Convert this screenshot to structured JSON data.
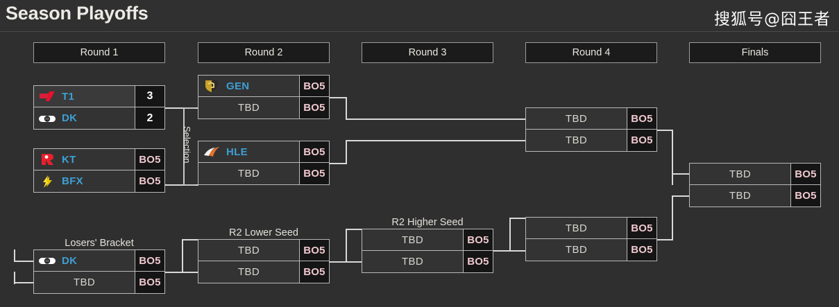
{
  "header": {
    "title": "Season Playoffs",
    "watermark": "搜狐号@囧王者"
  },
  "rounds": [
    {
      "label": "Round 1"
    },
    {
      "label": "Round 2"
    },
    {
      "label": "Round 3"
    },
    {
      "label": "Round 4"
    },
    {
      "label": "Finals"
    }
  ],
  "selection": {
    "label": "Selection"
  },
  "labels": {
    "losers_bracket": "Losers' Bracket",
    "r2_lower_seed": "R2 Lower Seed",
    "r2_higher_seed": "R2 Higher Seed"
  },
  "matches": {
    "r1m1": {
      "top": {
        "team": "T1",
        "logo": "t1-logo",
        "score": "3",
        "winner": true
      },
      "bottom": {
        "team": "DK",
        "logo": "dk-logo",
        "score": "2",
        "winner": false
      }
    },
    "r1m2": {
      "top": {
        "team": "KT",
        "logo": "kt-logo",
        "score": "BO5",
        "winner": false
      },
      "bottom": {
        "team": "BFX",
        "logo": "bfx-logo",
        "score": "BO5",
        "winner": false
      }
    },
    "r2m1": {
      "top": {
        "team": "GEN",
        "logo": "gen-logo",
        "score": "BO5",
        "winner": false
      },
      "bottom": {
        "team": "TBD",
        "logo": "none",
        "score": "BO5",
        "winner": false
      }
    },
    "r2m2": {
      "top": {
        "team": "HLE",
        "logo": "hle-logo",
        "score": "BO5",
        "winner": false
      },
      "bottom": {
        "team": "TBD",
        "logo": "none",
        "score": "BO5",
        "winner": false
      }
    },
    "lb1": {
      "top": {
        "team": "DK",
        "logo": "dk-logo",
        "score": "BO5",
        "winner": false
      },
      "bottom": {
        "team": "TBD",
        "logo": "none",
        "score": "BO5",
        "winner": false
      }
    },
    "lowseed": {
      "top": {
        "team": "TBD",
        "logo": "none",
        "score": "BO5",
        "winner": false
      },
      "bottom": {
        "team": "TBD",
        "logo": "none",
        "score": "BO5",
        "winner": false
      }
    },
    "highseed": {
      "top": {
        "team": "TBD",
        "logo": "none",
        "score": "BO5",
        "winner": false
      },
      "bottom": {
        "team": "TBD",
        "logo": "none",
        "score": "BO5",
        "winner": false
      }
    },
    "r4m1": {
      "top": {
        "team": "TBD",
        "logo": "none",
        "score": "BO5",
        "winner": false
      },
      "bottom": {
        "team": "TBD",
        "logo": "none",
        "score": "BO5",
        "winner": false
      }
    },
    "r4m2": {
      "top": {
        "team": "TBD",
        "logo": "none",
        "score": "BO5",
        "winner": false
      },
      "bottom": {
        "team": "TBD",
        "logo": "none",
        "score": "BO5",
        "winner": false
      }
    },
    "finals": {
      "top": {
        "team": "TBD",
        "logo": "none",
        "score": "BO5",
        "winner": false
      },
      "bottom": {
        "team": "TBD",
        "logo": "none",
        "score": "BO5",
        "winner": false
      }
    }
  },
  "colors": {
    "background": "#2f2f2f",
    "box_border": "#b9b9b9",
    "score_bg": "#151515",
    "team_blue": "#3e9fd4",
    "bo_pink": "#efc8cf",
    "connector": "#d9d9d9"
  }
}
